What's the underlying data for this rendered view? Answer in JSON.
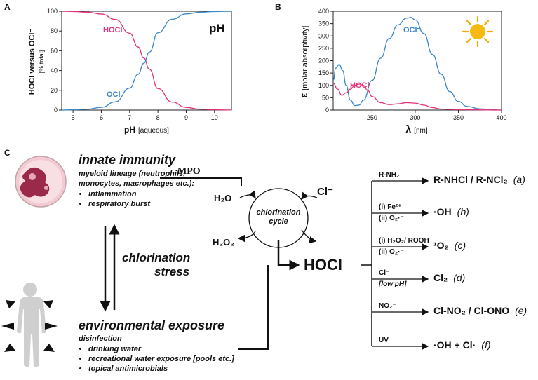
{
  "panels": {
    "a": "A",
    "b": "B",
    "c": "C"
  },
  "chart_a": {
    "type": "line",
    "big_label": "pH",
    "ylabel": "HOCl versus OCl⁻",
    "ylabel_unit": "[% total]",
    "xlabel": "pH",
    "xlabel_unit": "[aqueous]",
    "xlim": [
      4.6,
      10.6
    ],
    "ylim": [
      0,
      100
    ],
    "xticks": [
      5,
      6,
      7,
      8,
      9,
      10
    ],
    "yticks": [
      0,
      20,
      40,
      60,
      80,
      100
    ],
    "series": [
      {
        "name": "HOCl",
        "color": "#e0337a",
        "x": [
          4.6,
          5.0,
          5.5,
          6.0,
          6.5,
          7.0,
          7.3,
          7.5,
          7.7,
          8.0,
          8.5,
          9.0,
          9.5,
          10.0,
          10.6
        ],
        "y": [
          100,
          99.7,
          99.1,
          97.2,
          91.7,
          77.8,
          63.8,
          52.7,
          41.3,
          21.8,
          8.1,
          2.7,
          0.9,
          0.3,
          0.1
        ]
      },
      {
        "name": "OCl⁻",
        "color": "#3a86c8",
        "x": [
          4.6,
          5.0,
          5.5,
          6.0,
          6.5,
          7.0,
          7.3,
          7.5,
          7.7,
          8.0,
          8.5,
          9.0,
          9.5,
          10.0,
          10.6
        ],
        "y": [
          0,
          0.3,
          0.9,
          2.8,
          8.3,
          22.2,
          36.2,
          47.3,
          58.7,
          78.2,
          91.9,
          97.3,
          99.1,
          99.7,
          99.9
        ]
      }
    ]
  },
  "chart_b": {
    "type": "line",
    "ylabel": "ε",
    "ylabel_unit": "[molar absorptivity]",
    "xlabel": "λ",
    "xlabel_unit": "[nm]",
    "xlim": [
      205,
      400
    ],
    "ylim": [
      0,
      400
    ],
    "xticks": [
      250,
      300,
      350,
      400
    ],
    "yticks": [
      0,
      50,
      100,
      150,
      200,
      250,
      300,
      350,
      400
    ],
    "series": [
      {
        "name": "OCl⁻",
        "color": "#3a86c8",
        "x": [
          205,
          208,
          212,
          216,
          220,
          225,
          230,
          235,
          240,
          250,
          260,
          270,
          280,
          290,
          295,
          300,
          310,
          320,
          330,
          340,
          350,
          360,
          375,
          400
        ],
        "y": [
          120,
          170,
          185,
          160,
          100,
          40,
          18,
          20,
          40,
          120,
          210,
          290,
          345,
          372,
          375,
          365,
          310,
          225,
          145,
          75,
          35,
          15,
          5,
          0
        ]
      },
      {
        "name": "HOCl",
        "color": "#e0337a",
        "x": [
          205,
          210,
          215,
          220,
          225,
          230,
          235,
          240,
          245,
          250,
          260,
          270,
          280,
          290,
          300,
          310,
          320,
          330,
          350,
          370,
          400
        ],
        "y": [
          110,
          85,
          60,
          70,
          85,
          100,
          105,
          100,
          80,
          55,
          30,
          22,
          25,
          30,
          28,
          20,
          10,
          4,
          2,
          1,
          0
        ]
      }
    ]
  },
  "sun": {
    "color": "#f5b90f",
    "rays": "#f6a700"
  },
  "diagram": {
    "innate_title": "innate immunity",
    "innate_sub": "myeloid lineage (neutrophils, monocytes, macrophages etc.):",
    "innate_items": [
      "inflammation",
      "respiratory burst"
    ],
    "stress": [
      "chlorination",
      "stress"
    ],
    "env_title": "environmental exposure",
    "env_sub": "disinfection",
    "env_items": [
      "drinking water",
      "recreational water exposure [pools etc.]",
      "topical antimicrobials"
    ],
    "mpo": "MPO",
    "cycle": [
      "chlorination",
      "cycle"
    ],
    "h2o": "H₂O",
    "h2o2": "H₂O₂",
    "cl_minus": "Cl⁻",
    "hocl": "HOCl",
    "reactions": [
      {
        "reagent": "R-NH₂",
        "product": "R-NHCl / R-NCl₂",
        "tag": "(a)"
      },
      {
        "reagent": "(i)  Fe²⁺",
        "reagent2": "(ii)  O₂·⁻",
        "product": "·OH",
        "tag": "(b)"
      },
      {
        "reagent": "(i) H₂O₂/ ROOH",
        "reagent2": "(ii) O₂·⁻",
        "product": "¹O₂",
        "tag": "(c)"
      },
      {
        "reagent": "Cl⁻",
        "reagent2": "[low pH]",
        "product": "Cl₂",
        "tag": "(d)"
      },
      {
        "reagent": "NO₂⁻",
        "product": "Cl-NO₂ / Cl-ONO",
        "tag": "(e)"
      },
      {
        "reagent": "UV",
        "product": "·OH + Cl·",
        "tag": "(f)"
      }
    ]
  }
}
